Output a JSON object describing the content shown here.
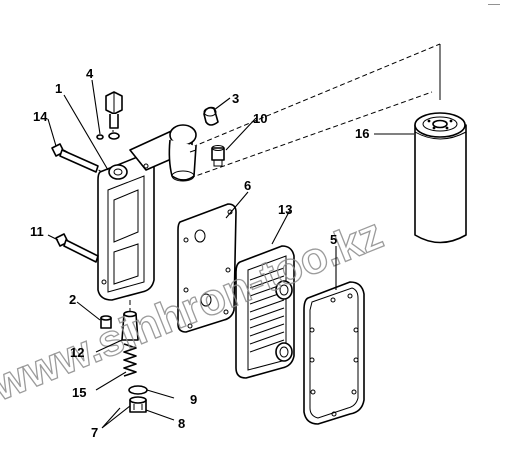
{
  "callouts": [
    {
      "id": "1",
      "label": "1"
    },
    {
      "id": "2",
      "label": "2"
    },
    {
      "id": "3",
      "label": "3"
    },
    {
      "id": "4",
      "label": "4"
    },
    {
      "id": "5",
      "label": "5"
    },
    {
      "id": "6",
      "label": "6"
    },
    {
      "id": "7",
      "label": "7"
    },
    {
      "id": "8",
      "label": "8"
    },
    {
      "id": "9",
      "label": "9"
    },
    {
      "id": "10",
      "label": "10"
    },
    {
      "id": "11",
      "label": "11"
    },
    {
      "id": "12",
      "label": "12"
    },
    {
      "id": "13",
      "label": "13"
    },
    {
      "id": "14",
      "label": "14"
    },
    {
      "id": "15",
      "label": "15"
    },
    {
      "id": "16",
      "label": "16"
    }
  ],
  "watermark": "www.sinhron-too.kz",
  "corner_mark": "——"
}
